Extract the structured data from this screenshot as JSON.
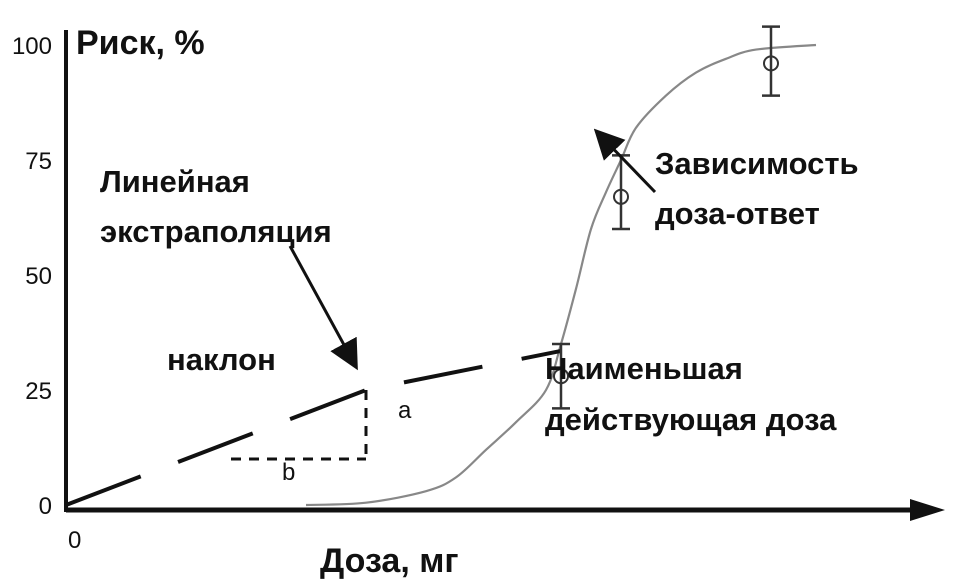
{
  "chart_data": {
    "type": "line",
    "ylabel": "Риск, %",
    "xlabel": "Доза, мг",
    "x_ticks": [
      "0"
    ],
    "y_ticks": [
      0,
      25,
      50,
      75,
      100
    ],
    "ylim": [
      0,
      100
    ],
    "grid": false,
    "legend": "none",
    "series": [
      {
        "x": [
          8,
          10,
          12,
          13,
          14,
          15,
          16,
          16.5,
          17,
          17.5,
          18,
          18.5,
          19,
          20,
          21,
          22,
          23,
          25
        ],
        "y": [
          0,
          0.5,
          3,
          6,
          12,
          18,
          25,
          35,
          47,
          60,
          68,
          75,
          82,
          89,
          94,
          97,
          99,
          100
        ]
      },
      {
        "x": [
          0,
          10,
          16.5
        ],
        "y": [
          0,
          25,
          33.5
        ]
      }
    ],
    "error_bars": [
      {
        "x": 16.5,
        "y": 28,
        "low": 21,
        "high": 35
      },
      {
        "x": 18.5,
        "y": 67,
        "low": 60,
        "high": 76
      },
      {
        "x": 23.5,
        "y": 96,
        "low": 89,
        "high": 104
      }
    ],
    "slope_triangle": {
      "x": [
        5.5,
        10
      ],
      "y": [
        10,
        25
      ],
      "label_a": "a",
      "label_b": "b"
    },
    "annotations": [
      {
        "lines": [
          "Линейная",
          "экстраполяция"
        ]
      },
      {
        "lines": [
          "наклон"
        ]
      },
      {
        "lines": [
          "Зависимость",
          "доза-ответ"
        ]
      },
      {
        "lines": [
          "Наименьшая",
          "действующая доза"
        ]
      }
    ]
  }
}
